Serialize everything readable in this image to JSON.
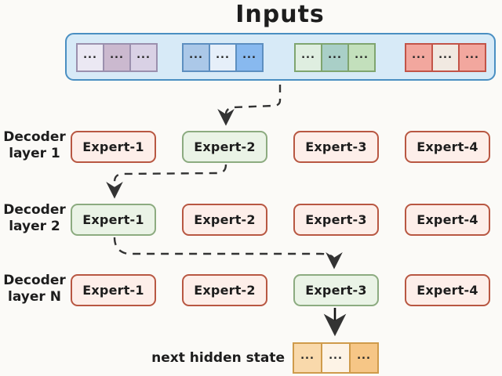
{
  "title": "Inputs",
  "inputs": {
    "container_fill": "#d7eaf7",
    "container_border": "#4a8fc2",
    "groups": [
      {
        "name": "purple-tokens",
        "border": "#9b90ae",
        "cells": [
          {
            "fill": "#ebe8f3",
            "text": "..."
          },
          {
            "fill": "#cbb9cf",
            "text": "..."
          },
          {
            "fill": "#d9d1e5",
            "text": "..."
          }
        ]
      },
      {
        "name": "blue-tokens",
        "border": "#5d8fc0",
        "cells": [
          {
            "fill": "#abc8e8",
            "text": "..."
          },
          {
            "fill": "#e6eff9",
            "text": "..."
          },
          {
            "fill": "#88b9ef",
            "text": "..."
          }
        ]
      },
      {
        "name": "green-tokens",
        "border": "#7fa56f",
        "cells": [
          {
            "fill": "#dfeee0",
            "text": "..."
          },
          {
            "fill": "#a9cfc7",
            "text": "..."
          },
          {
            "fill": "#c3e0bc",
            "text": "..."
          }
        ]
      },
      {
        "name": "red-tokens",
        "border": "#c25448",
        "cells": [
          {
            "fill": "#f2a79e",
            "text": "..."
          },
          {
            "fill": "#f1e9e1",
            "text": "..."
          },
          {
            "fill": "#f2a79e",
            "text": "..."
          }
        ]
      }
    ]
  },
  "layers": [
    {
      "label": [
        "Decoder",
        "layer 1"
      ],
      "experts": [
        {
          "label": "Expert-1",
          "selected": false
        },
        {
          "label": "Expert-2",
          "selected": true
        },
        {
          "label": "Expert-3",
          "selected": false
        },
        {
          "label": "Expert-4",
          "selected": false
        }
      ]
    },
    {
      "label": [
        "Decoder",
        "layer 2"
      ],
      "experts": [
        {
          "label": "Expert-1",
          "selected": true
        },
        {
          "label": "Expert-2",
          "selected": false
        },
        {
          "label": "Expert-3",
          "selected": false
        },
        {
          "label": "Expert-4",
          "selected": false
        }
      ]
    },
    {
      "label": [
        "Decoder",
        "layer N"
      ],
      "experts": [
        {
          "label": "Expert-1",
          "selected": false
        },
        {
          "label": "Expert-2",
          "selected": false
        },
        {
          "label": "Expert-3",
          "selected": true
        },
        {
          "label": "Expert-4",
          "selected": false
        }
      ]
    }
  ],
  "output": {
    "label": "next hidden state",
    "border": "#cf9b4b",
    "cells": [
      {
        "fill": "#f9d9ab",
        "text": "..."
      },
      {
        "fill": "#fdf3e6",
        "text": "..."
      },
      {
        "fill": "#f6c686",
        "text": "..."
      }
    ]
  },
  "colors": {
    "background": "#fbfaf7",
    "expert_pink_fill": "#fdeee9",
    "expert_pink_border": "#b85742",
    "expert_green_fill": "#eaf3e6",
    "expert_green_border": "#8cab80",
    "arrow": "#333333"
  }
}
